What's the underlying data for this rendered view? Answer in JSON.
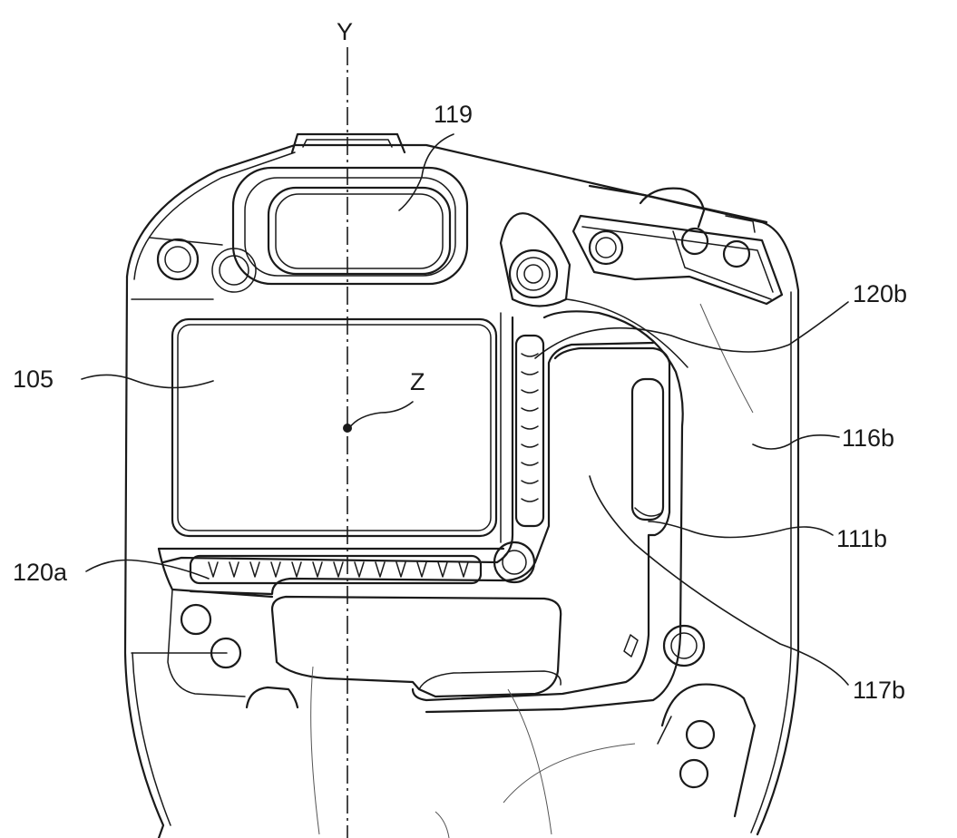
{
  "figure": {
    "axis_label": "Y",
    "center_label": "Z",
    "labels": {
      "eyepiece": "119",
      "display": "105",
      "vent_vertical": "120b",
      "vent_horizontal": "120a",
      "grip_side": "116b",
      "grip_recess": "111b",
      "grip_frame": "117b"
    }
  }
}
